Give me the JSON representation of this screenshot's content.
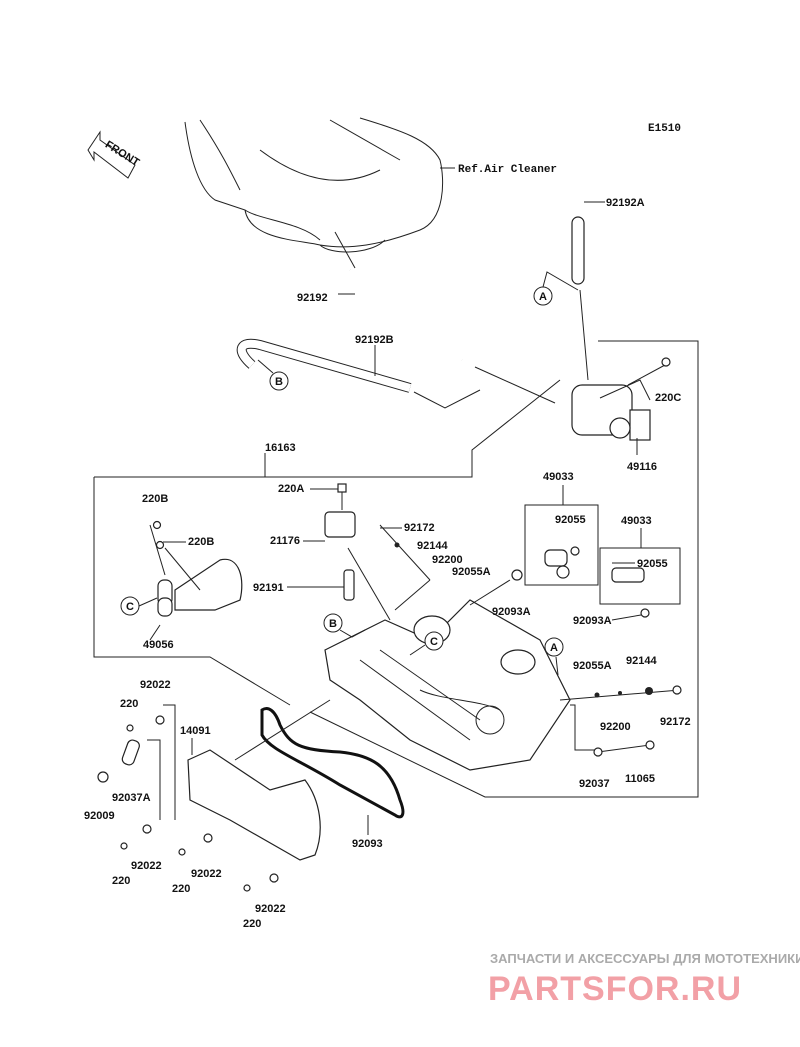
{
  "diagram_code": "E1510",
  "front_arrow": "FRONT",
  "ref_label": "Ref.Air Cleaner",
  "callouts": {
    "a": "A",
    "b": "B",
    "c": "C"
  },
  "parts": {
    "p92192A": "92192A",
    "p92192": "92192",
    "p92192B": "92192B",
    "p220C": "220C",
    "p49116": "49116",
    "p16163": "16163",
    "p49033_1": "49033",
    "p49033_2": "49033",
    "p220B_1": "220B",
    "p220B_2": "220B",
    "p220A": "220A",
    "p92172_1": "92172",
    "p21176": "21176",
    "p92144_1": "92144",
    "p92200_1": "92200",
    "p92055A_1": "92055A",
    "p92055_1": "92055",
    "p92055_2": "92055",
    "p92191": "92191",
    "p49056": "49056",
    "p92093A_1": "92093A",
    "p92093A_2": "92093A",
    "p92055A_2": "92055A",
    "p92144_2": "92144",
    "p92022_1": "92022",
    "p220_1": "220",
    "p14091": "14091",
    "p92200_2": "92200",
    "p92172_2": "92172",
    "p92037A": "92037A",
    "p92009": "92009",
    "p92037": "92037",
    "p11065": "11065",
    "p92093": "92093",
    "p92022_2": "92022",
    "p220_2": "220",
    "p92022_3": "92022",
    "p220_3": "220",
    "p92022_4": "92022",
    "p220_4": "220"
  },
  "watermark": {
    "tagline": "ЗАПЧАСТИ И АКСЕССУАРЫ ДЛЯ МОТОТЕХНИКИ",
    "logo": "PARTSFOR.RU",
    "logo_color": "#f2a0a6"
  }
}
